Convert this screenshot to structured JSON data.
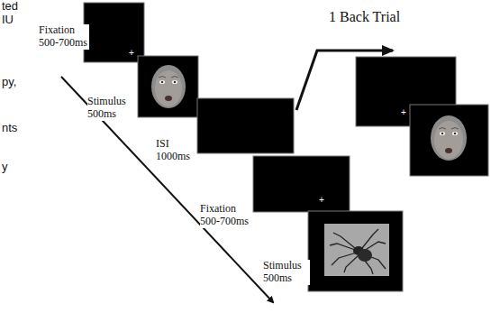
{
  "diagram": {
    "labels": [
      "ted",
      "IU",
      "Fixation 500-700ms",
      "1 Back Trial",
      "py,",
      "Stimulus 500ms",
      "nts",
      "ISI 1000ms",
      "y",
      "Fixation 500-700ms",
      "Stimulus 500ms"
    ]
  }
}
